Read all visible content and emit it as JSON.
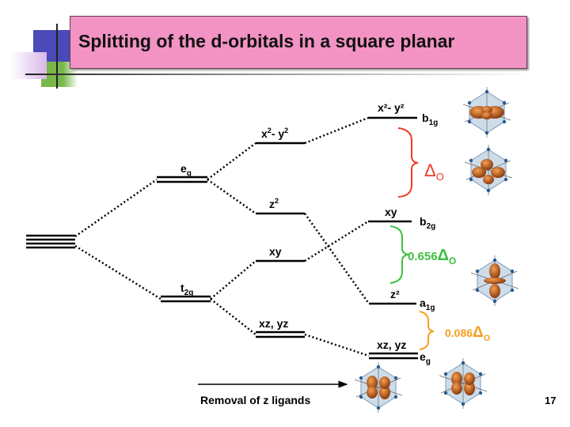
{
  "title": "Splitting of the d-orbitals in a square planar",
  "page_number": "17",
  "arrow_caption": "Removal of z ligands",
  "groups": {
    "octahedral_upper": "e",
    "octahedral_upper_sub": "g",
    "octahedral_lower": "t",
    "octahedral_lower_sub": "2g"
  },
  "middle_levels": {
    "x2y2": {
      "base": "x",
      "sup1": "2",
      "mid": "- y",
      "sup2": "2"
    },
    "z2": {
      "base": "z",
      "sup": "2"
    },
    "xy": "xy",
    "xzyz": "xz, yz"
  },
  "right_levels": [
    {
      "orbital": "x²- y²",
      "sym": "b",
      "sub": "1g"
    },
    {
      "orbital": "xy",
      "sym": "b",
      "sub": "2g"
    },
    {
      "orbital": "z²",
      "sym": "a",
      "sub": "1g"
    },
    {
      "orbital": "xz, yz",
      "sym": "e",
      "sub": "g"
    }
  ],
  "gaps": [
    {
      "prefix": "",
      "delta": "Δ",
      "sub": "O",
      "color": "#f03c28"
    },
    {
      "prefix": "0.656",
      "delta": "Δ",
      "sub": "O",
      "color": "#3cc03c"
    },
    {
      "prefix": "0.086",
      "delta": "Δ",
      "sub": "O",
      "color": "#f5a020"
    }
  ],
  "colors": {
    "title_bg": "#f293c4",
    "deco_blue": "#4a4ab8",
    "deco_green": "#78b848",
    "deco_lavender": "#d8b8e8",
    "lobe": "#d06a20"
  }
}
